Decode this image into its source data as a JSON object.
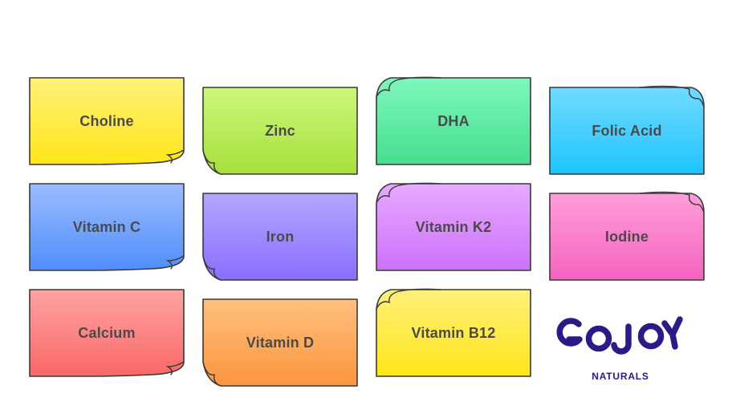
{
  "notes": [
    {
      "label": "Choline",
      "top": "#fff07a",
      "bottom": "#ffe619",
      "curl": "br"
    },
    {
      "label": "Zinc",
      "top": "#cdf77a",
      "bottom": "#a6e03c",
      "curl": "bl"
    },
    {
      "label": "DHA",
      "top": "#7ef7bd",
      "bottom": "#46de8f",
      "curl": "tl"
    },
    {
      "label": "Folic Acid",
      "top": "#71dbff",
      "bottom": "#1ec4ff",
      "curl": "tr"
    },
    {
      "label": "Vitamin C",
      "top": "#9bbcff",
      "bottom": "#4f8efc",
      "curl": "br"
    },
    {
      "label": "Iron",
      "top": "#b3a6ff",
      "bottom": "#8a6eff",
      "curl": "bl"
    },
    {
      "label": "Vitamin K2",
      "top": "#e7aaff",
      "bottom": "#cd70fb",
      "curl": "tl"
    },
    {
      "label": "Iodine",
      "top": "#ff9ed9",
      "bottom": "#f563bf",
      "curl": "tr"
    },
    {
      "label": "Calcium",
      "top": "#ffa3a3",
      "bottom": "#fb6767",
      "curl": "br"
    },
    {
      "label": "Vitamin D",
      "top": "#ffc080",
      "bottom": "#fc953c",
      "curl": "bl"
    },
    {
      "label": "Vitamin B12",
      "top": "#fff07a",
      "bottom": "#ffe619",
      "curl": "tl"
    }
  ],
  "logo": {
    "word": "GOJOY",
    "subtitle": "NATURALS",
    "color": "#2b1a8a"
  }
}
